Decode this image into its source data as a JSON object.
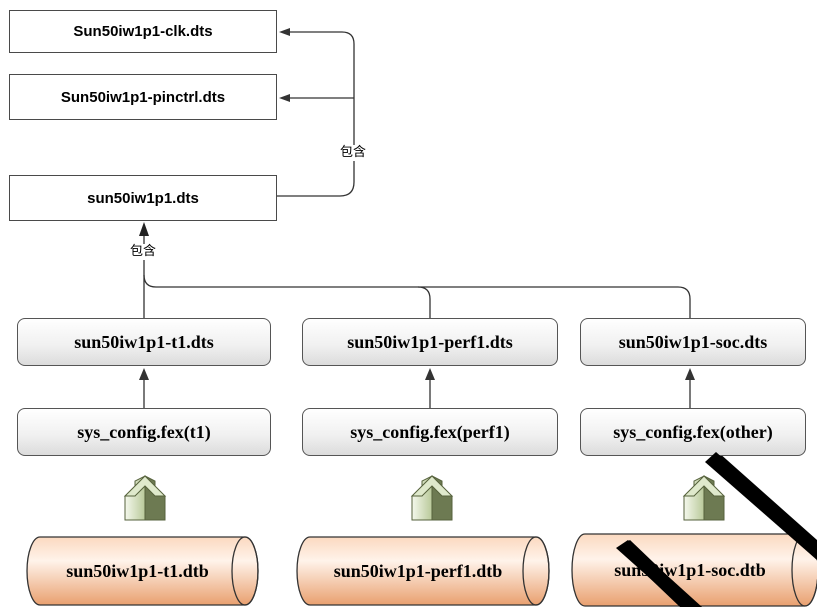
{
  "top_files": {
    "clk": "Sun50iw1p1-clk.dts",
    "pinctrl": "Sun50iw1p1-pinctrl.dts",
    "main": "sun50iw1p1.dts"
  },
  "include_labels": {
    "upper": "包含",
    "lower": "包含"
  },
  "board_dts": [
    "sun50iw1p1-t1.dts",
    "sun50iw1p1-perf1.dts",
    "sun50iw1p1-soc.dts"
  ],
  "fex_files": [
    "sys_config.fex(t1)",
    "sys_config.fex(perf1)",
    "sys_config.fex(other)"
  ],
  "dtb_files": [
    "sun50iw1p1-t1.dtb",
    "sun50iw1p1-perf1.dtb",
    "sun50iw1p1-soc.dtb"
  ],
  "colors": {
    "cylinder_light": "#fde3cf",
    "cylinder_dark": "#eba77a",
    "arrow_green_light": "#e3eed1",
    "arrow_green_dark": "#6d7a52",
    "watermark": "#000000"
  }
}
